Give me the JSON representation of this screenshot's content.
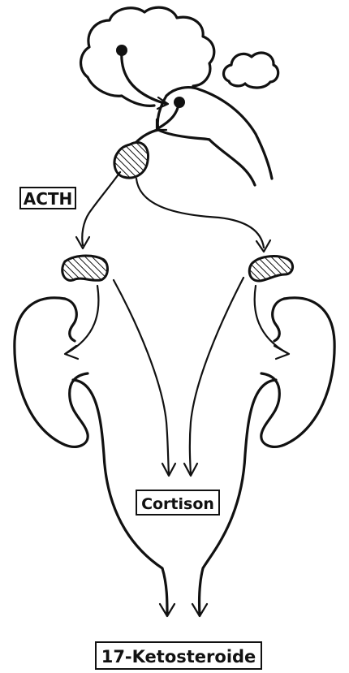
{
  "labels": {
    "acth": "ACTH",
    "cortison": "Cortison",
    "ketosteroide": "17-Ketosteroide"
  }
}
